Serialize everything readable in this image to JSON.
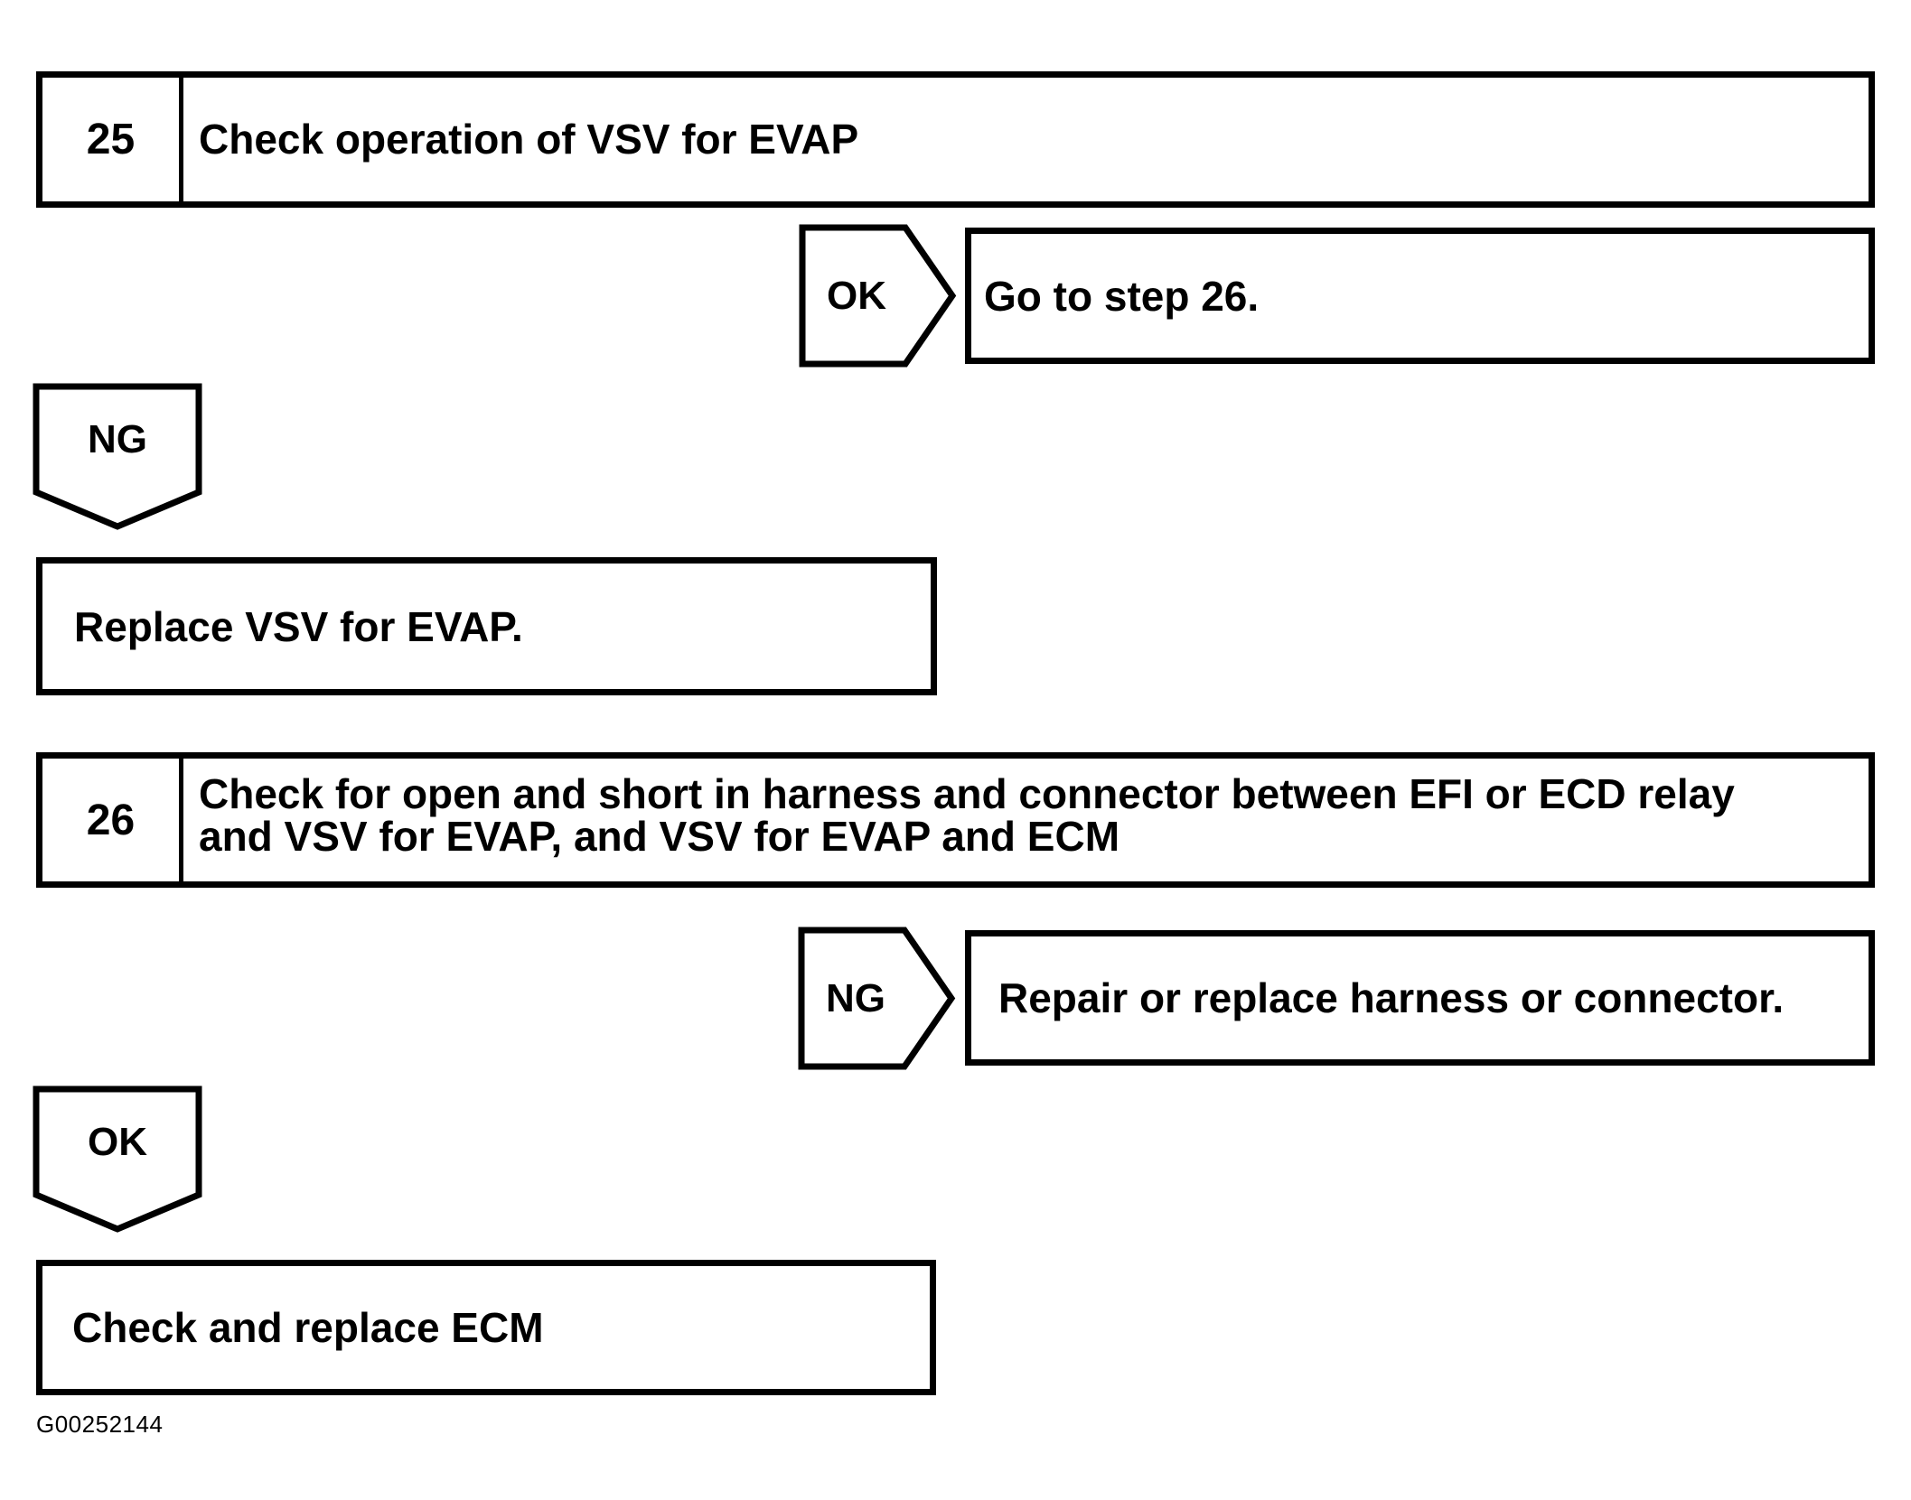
{
  "step25": {
    "number": "25",
    "title": "Check operation of VSV for EVAP",
    "ok": {
      "label": "OK",
      "action": "Go to step 26."
    },
    "ng": {
      "label": "NG",
      "action": "Replace VSV for EVAP."
    }
  },
  "step26": {
    "number": "26",
    "title": "Check for open and short in harness and connector between EFI or ECD relay\nand VSV for EVAP, and VSV for EVAP and ECM",
    "ng": {
      "label": "NG",
      "action": "Repair or replace harness or connector."
    },
    "ok": {
      "label": "OK",
      "action": "Check and replace ECM"
    }
  },
  "page": {
    "figure_code": "G00252144"
  },
  "colors": {
    "ink": "#000000",
    "paper": "#ffffff"
  }
}
